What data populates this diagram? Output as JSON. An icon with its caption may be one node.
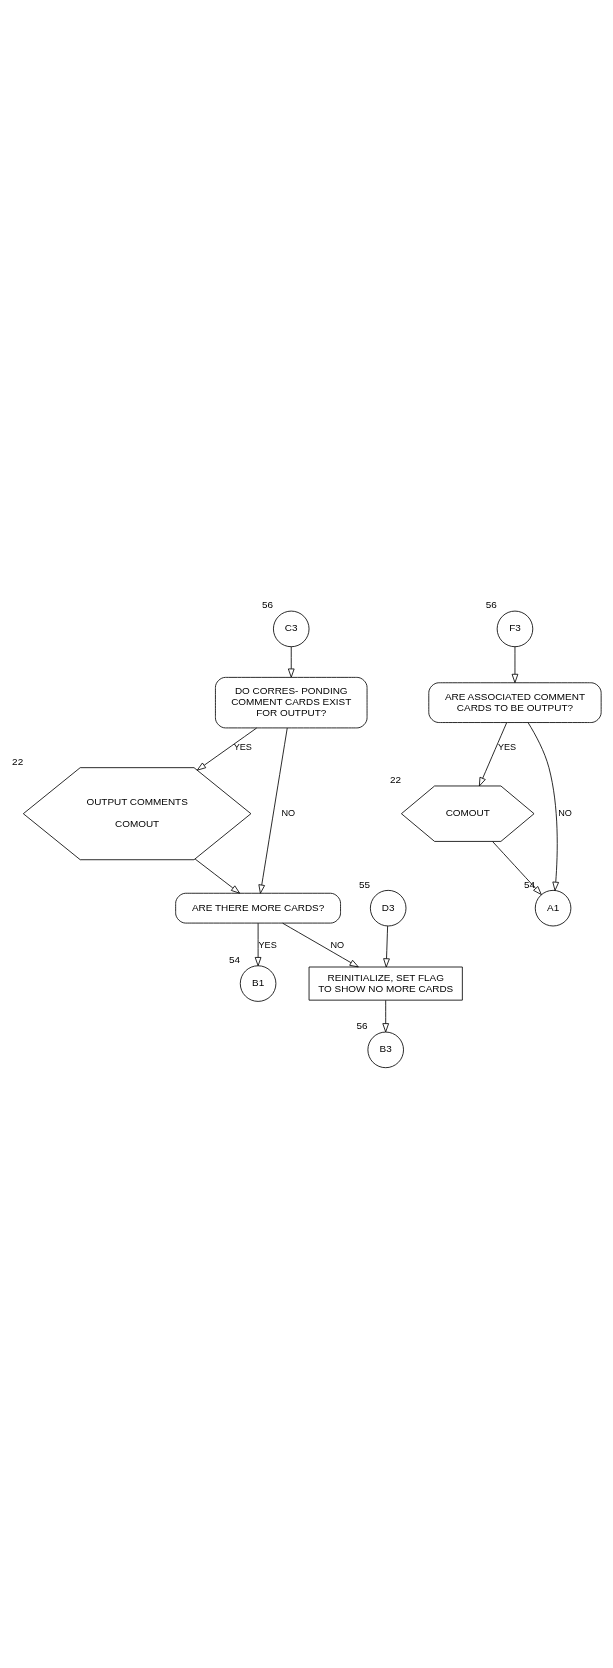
{
  "diagram": {
    "nodes": [
      {
        "text": [
          "C3"
        ],
        "beside": [
          "56"
        ]
      },
      {
        "text": [
          "DO CORRES- PONDING COMMENT CARDS EXIST FOR OUTPUT?"
        ]
      },
      {
        "text": [
          "OUTPUT COMMENTS",
          "COMOUT"
        ],
        "beside": [
          "22"
        ]
      },
      {
        "text": [
          "ARE THERE MORE CARDS?"
        ]
      },
      {
        "text": [
          "B1"
        ],
        "beside": [
          "54"
        ]
      },
      {
        "text": [
          "D3"
        ],
        "beside": [
          "55"
        ]
      },
      {
        "text": [
          "REINITIALIZE, SET FLAG TO SHOW NO MORE CARDS"
        ]
      },
      {
        "text": [
          "B3"
        ],
        "beside": [
          "56"
        ]
      },
      {
        "text": [
          "F3"
        ],
        "beside": [
          "56"
        ]
      },
      {
        "text": [
          "ARE ASSOCIATED COMMENT CARDS TO BE OUTPUT?"
        ]
      },
      {
        "text": [
          "COMOUT"
        ],
        "beside": [
          "22"
        ]
      },
      {
        "text": [
          "A1"
        ],
        "beside": [
          "54"
        ]
      }
    ],
    "edges": [
      {
        "from": 0,
        "to": 1,
        "arrow": "to"
      },
      {
        "from": 1,
        "to": 2,
        "arrow": "to",
        "label": "YES"
      },
      {
        "from": 1,
        "to": 3,
        "arrow": "to",
        "label": "NO"
      },
      {
        "from": 2,
        "to": 3,
        "arrow": "to"
      },
      {
        "from": 3,
        "to": 4,
        "arrow": "to",
        "label": "YES"
      },
      {
        "from": 3,
        "to": 6,
        "arrow": "to",
        "label": "NO"
      },
      {
        "from": 5,
        "to": 6,
        "arrow": "to"
      },
      {
        "from": 6,
        "to": 7,
        "arrow": "to"
      },
      {
        "from": 8,
        "to": 9,
        "arrow": "to"
      },
      {
        "from": 9,
        "to": 10,
        "arrow": "to",
        "label": "YES"
      },
      {
        "from": 9,
        "to": 11,
        "arrow": "to",
        "label": "NO"
      },
      {
        "from": 10,
        "to": 11,
        "arrow": "to"
      }
    ]
  }
}
